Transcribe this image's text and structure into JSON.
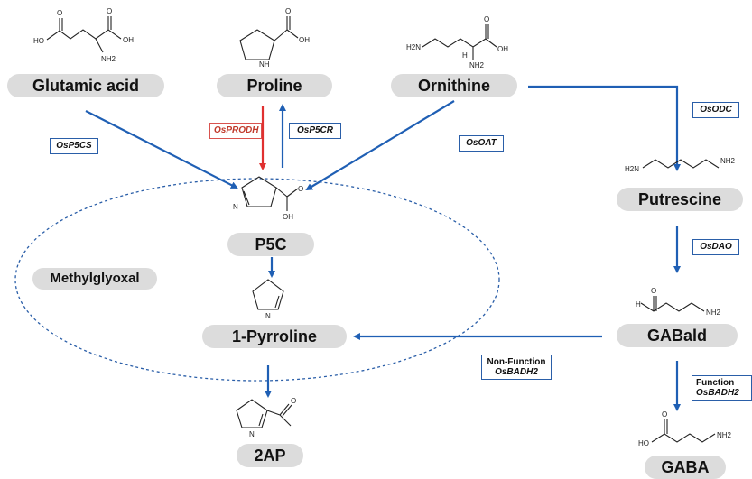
{
  "metabolites": {
    "glutamic_acid": "Glutamic acid",
    "proline": "Proline",
    "ornithine": "Ornithine",
    "putrescine": "Putrescine",
    "p5c": "P5C",
    "methylglyoxal": "Methylglyoxal",
    "pyrroline": "1-Pyrroline",
    "gabald": "GABald",
    "two_ap": "2AP",
    "gaba": "GABA"
  },
  "enzymes": {
    "osp5cs": "OsP5CS",
    "osprodh": "OsPRODH",
    "osp5cr": "OsP5CR",
    "osoat": "OsOAT",
    "osodc": "OsODC",
    "osdao": "OsDAO",
    "nonfunction_label": "Non-Function",
    "nonfunction_enzyme": "OsBADH2",
    "function_label": "Function",
    "function_enzyme": "OsBADH2"
  },
  "structure_atoms": {
    "ho": "HO",
    "oh": "OH",
    "o": "O",
    "nh2": "NH2",
    "h2n": "H2N",
    "nh": "NH",
    "n": "N",
    "h": "H"
  },
  "colors": {
    "arrow_blue": "#1f5fb4",
    "arrow_red": "#e03030",
    "pill_grey": "#dcdcdc",
    "ellipse": "#2a5ea8"
  }
}
